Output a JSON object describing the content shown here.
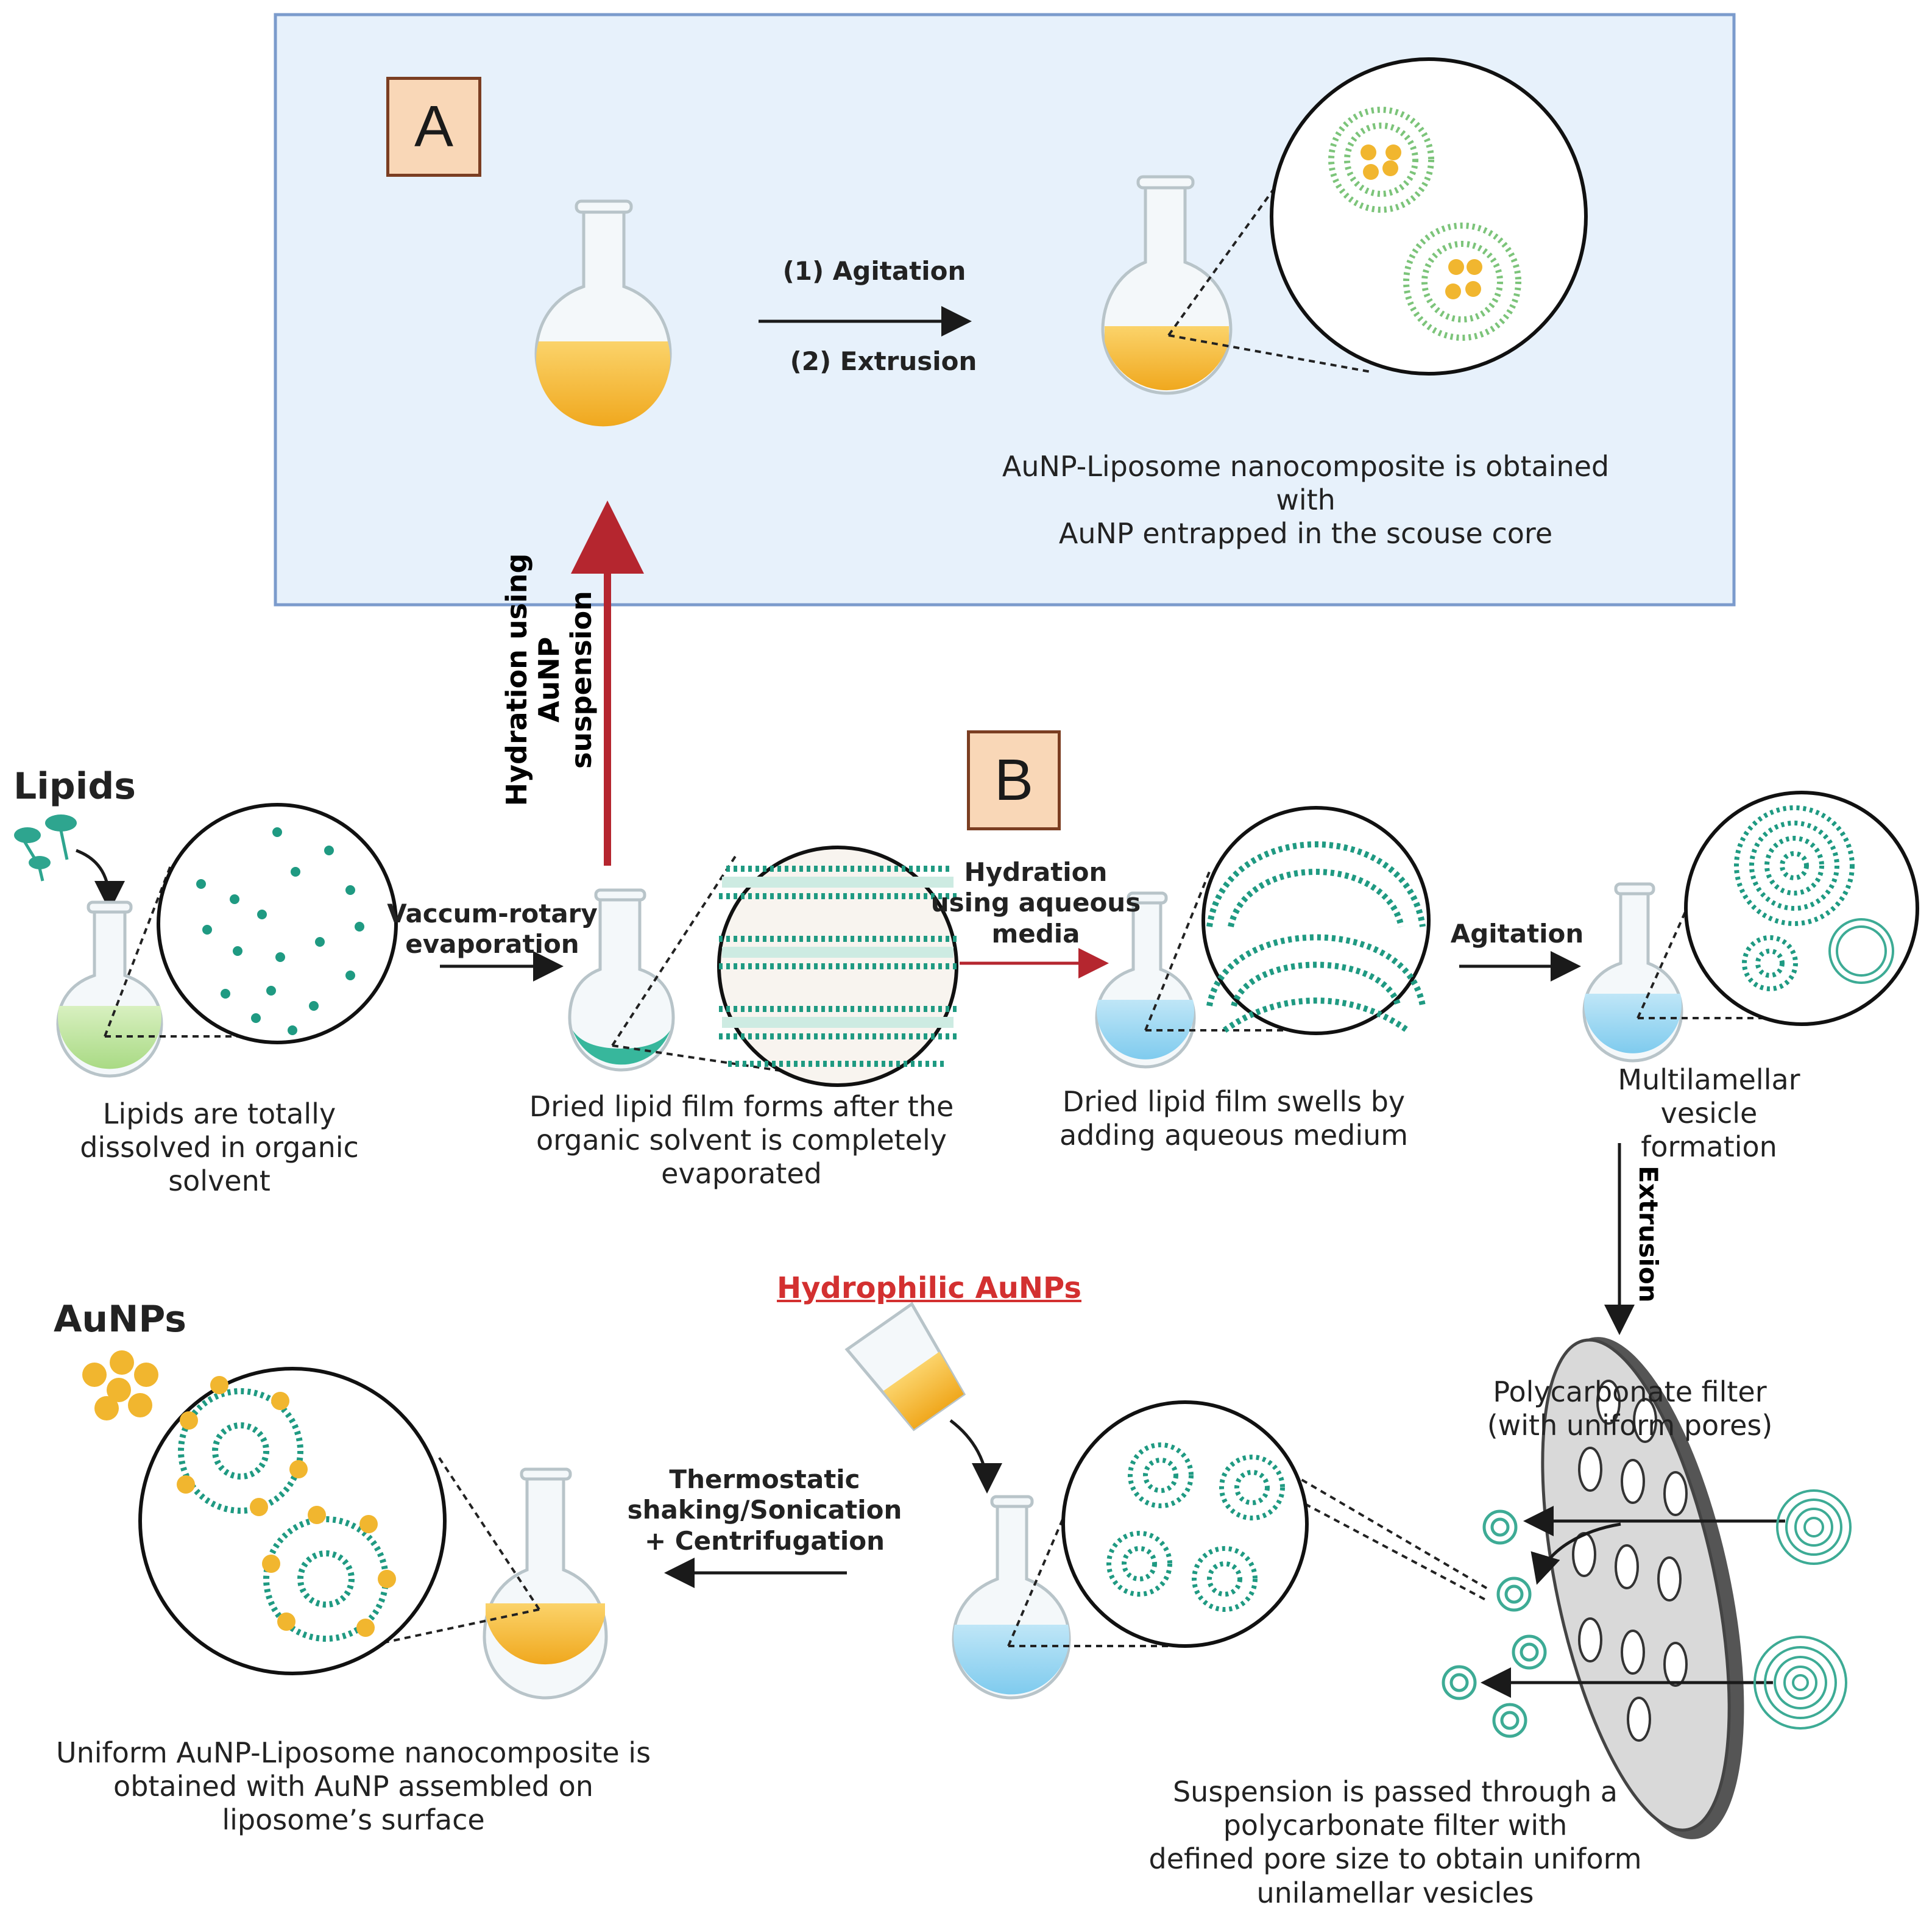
{
  "panel_a": {
    "label": "A",
    "step_1": "(1) Agitation",
    "step_2": "(2) Extrusion",
    "result": "AuNP-Liposome nanocomposite is obtained with\nAuNP entrapped in the scouse core"
  },
  "panel_b": {
    "label": "B"
  },
  "hydration_up": "Hydration using\nAuNP suspension",
  "lipids_title": "Lipids",
  "lipids_caption": "Lipids are totally\ndissolved in organic\nsolvent",
  "evap_label": "Vaccum-rotary\nevaporation",
  "film_caption": "Dried lipid film forms after the\norganic solvent is completely\nevaporated",
  "hydration_aq": "Hydration\nusing aqueous\nmedia",
  "swell_caption": "Dried lipid film swells by\nadding aqueous medium",
  "agitation_label": "Agitation",
  "mlv_caption": "Multilamellar\nvesicle formation",
  "extrusion_label": "Extrusion",
  "filter_caption": "Polycarbonate filter\n(with uniform pores)",
  "suspension_caption": "Suspension is passed through a polycarbonate filter with\ndefined pore size to obtain uniform unilamellar vesicles",
  "hydrophilic_label": "Hydrophilic AuNPs",
  "thermo_label": "Thermostatic\nshaking/Sonication\n+ Centrifugation",
  "aunps_title": "AuNPs",
  "final_caption": "Uniform AuNP-Liposome nanocomposite is\nobtained with AuNP assembled on\nliposome’s surface",
  "colors": {
    "panel_fill": "#e7f1fb",
    "panel_border": "#7b9bcc",
    "lipid_teal": "#1f9a82",
    "gold": "#f1b62f",
    "red_arrow": "#b5262f",
    "box_fill": "#f9d7b7"
  }
}
